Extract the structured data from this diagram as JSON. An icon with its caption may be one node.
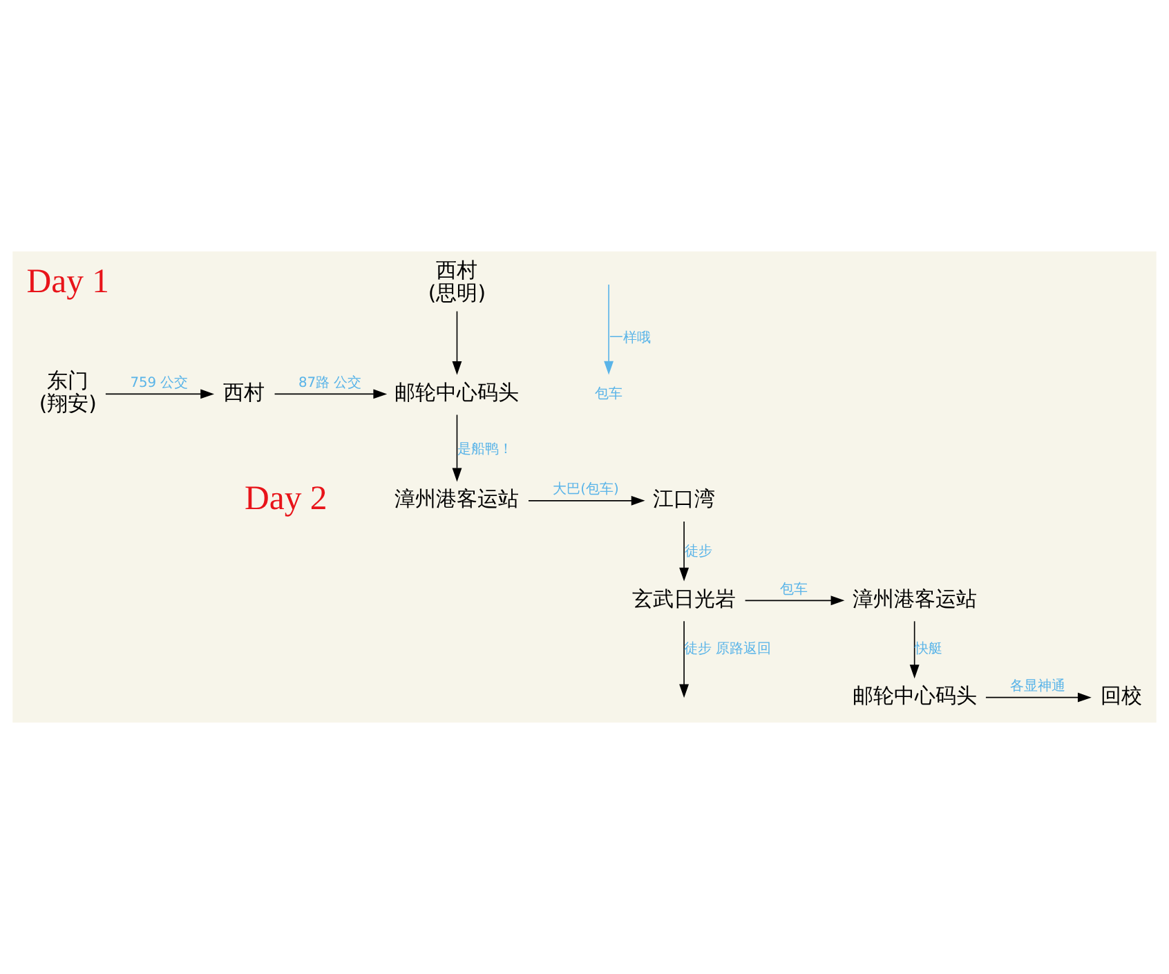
{
  "diagram": {
    "nodes": [
      {
        "text": [
          "东门",
          "(翔安)"
        ]
      },
      {
        "text": [
          "西村"
        ]
      },
      {
        "text": [
          "西村",
          "(思明)"
        ]
      },
      {
        "text": [
          "邮轮中心码头"
        ]
      },
      {
        "text": [
          "漳州港客运站"
        ]
      },
      {
        "text": [
          "江口湾"
        ]
      },
      {
        "text": [
          "玄武日光岩"
        ]
      },
      {
        "text": [
          "漳州港客运站"
        ]
      },
      {
        "text": [
          "邮轮中心码头"
        ]
      },
      {
        "text": [
          "回校"
        ]
      },
      {
        "text": [
          "包车"
        ]
      }
    ],
    "edges": [
      {
        "from": 0,
        "to": 1,
        "arrow": "to",
        "label": "759 公交"
      },
      {
        "from": 1,
        "to": 3,
        "arrow": "to",
        "label": "87路 公交"
      },
      {
        "from": 2,
        "to": 3,
        "arrow": "to"
      },
      {
        "from": 3,
        "to": 4,
        "arrow": "to",
        "label": "是船鸭！"
      },
      {
        "from": 4,
        "to": 5,
        "arrow": "to",
        "label": "大巴(包车)"
      },
      {
        "from": 5,
        "to": 6,
        "arrow": "to",
        "label": "徒步"
      },
      {
        "from": 6,
        "to": null,
        "arrow": "to",
        "label": "徒步 原路返回",
        "color": "#000000"
      },
      {
        "from": 6,
        "to": 7,
        "arrow": "to",
        "label": "包车"
      },
      {
        "from": null,
        "to": 10,
        "arrow": "to",
        "label": "一样哦",
        "color": "#5ab4e8"
      },
      {
        "from": 7,
        "to": 8,
        "arrow": "to",
        "label": "快艇"
      },
      {
        "from": 8,
        "to": 9,
        "arrow": "to",
        "label": "各显神通"
      }
    ],
    "labels": [
      "Day 1",
      "Day 2"
    ]
  }
}
